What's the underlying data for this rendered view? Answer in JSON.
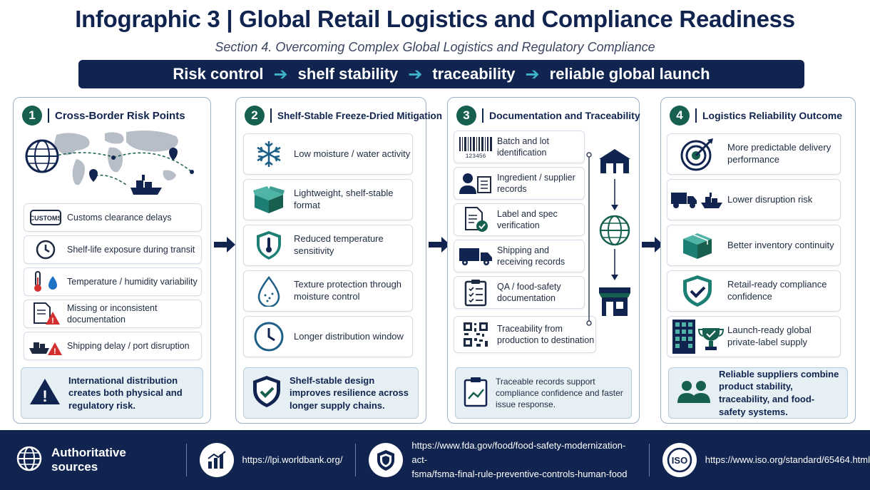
{
  "header": {
    "title": "Infographic 3 | Global Retail Logistics and Compliance Readiness",
    "subtitle": "Section 4. Overcoming Complex Global Logistics and Regulatory Compliance"
  },
  "banner": {
    "steps": [
      "Risk control",
      "shelf stability",
      "traceability",
      "reliable global launch"
    ]
  },
  "panels": [
    {
      "number": "1",
      "title": "Cross-Border Risk Points",
      "items": [
        {
          "icon": "customs-stamp-icon",
          "stamp_text": "CUSTOMS",
          "text": "Customs clearance delays"
        },
        {
          "icon": "clock-icon",
          "text": "Shelf-life exposure during transit"
        },
        {
          "icon": "thermometer-droplet-icon",
          "text": "Temperature / humidity variability"
        },
        {
          "icon": "document-warning-icon",
          "text": "Missing or inconsistent documentation"
        },
        {
          "icon": "ship-warning-icon",
          "text": "Shipping delay / port disruption"
        }
      ],
      "callout": "International distribution creates both physical and regulatory risk."
    },
    {
      "number": "2",
      "title": "Shelf-Stable Freeze-Dried Mitigation",
      "items": [
        {
          "icon": "snowflake-icon",
          "text": "Low moisture / water activity"
        },
        {
          "icon": "package-box-icon",
          "text": "Lightweight, shelf-stable format"
        },
        {
          "icon": "shield-thermometer-icon",
          "text": "Reduced temperature sensitivity"
        },
        {
          "icon": "water-drop-icon",
          "text": "Texture protection through moisture control"
        },
        {
          "icon": "clock-icon",
          "text": "Longer distribution window"
        }
      ],
      "callout": "Shelf-stable design improves resilience across longer supply chains."
    },
    {
      "number": "3",
      "title": "Documentation and Traceability",
      "items": [
        {
          "icon": "barcode-icon",
          "barcode_digits": "123456",
          "text": "Batch and lot identification"
        },
        {
          "icon": "person-records-icon",
          "text": "Ingredient / supplier records"
        },
        {
          "icon": "document-check-icon",
          "text": "Label and spec verification"
        },
        {
          "icon": "truck-icon",
          "text": "Shipping and receiving records"
        },
        {
          "icon": "clipboard-checklist-icon",
          "text": "QA / food-safety documentation"
        },
        {
          "icon": "qr-code-icon",
          "text": "Traceability from production to destination"
        }
      ],
      "callout": "Traceable records support compliance confidence and faster issue response."
    },
    {
      "number": "4",
      "title": "Logistics Reliability Outcome",
      "items": [
        {
          "icon": "target-icon",
          "text": "More predictable delivery performance"
        },
        {
          "icon": "truck-ship-icon",
          "text": "Lower disruption risk"
        },
        {
          "icon": "stacked-boxes-icon",
          "text": "Better inventory continuity"
        },
        {
          "icon": "shield-check-icon",
          "text": "Retail-ready compliance confidence"
        },
        {
          "icon": "building-trophy-icon",
          "text": "Launch-ready global private-label supply"
        }
      ],
      "callout": "Reliable suppliers combine product stability, traceability, and food-safety systems."
    }
  ],
  "footer": {
    "label": "Authoritative sources",
    "sources": [
      {
        "icon": "chart-icon",
        "url": "https://lpi.worldbank.org/"
      },
      {
        "icon": "shield-icon",
        "url_line1": "https://www.fda.gov/food/food-safety-modernization-act-",
        "url_line2": "fsma/fsma-final-rule-preventive-controls-human-food"
      },
      {
        "icon": "iso-logo-icon",
        "logo_text": "ISO",
        "url": "https://www.iso.org/standard/65464.html"
      }
    ]
  },
  "colors": {
    "navy": "#10244f",
    "teal": "#17604f",
    "accent": "#3fb3c9",
    "warning": "#d32f2f"
  }
}
